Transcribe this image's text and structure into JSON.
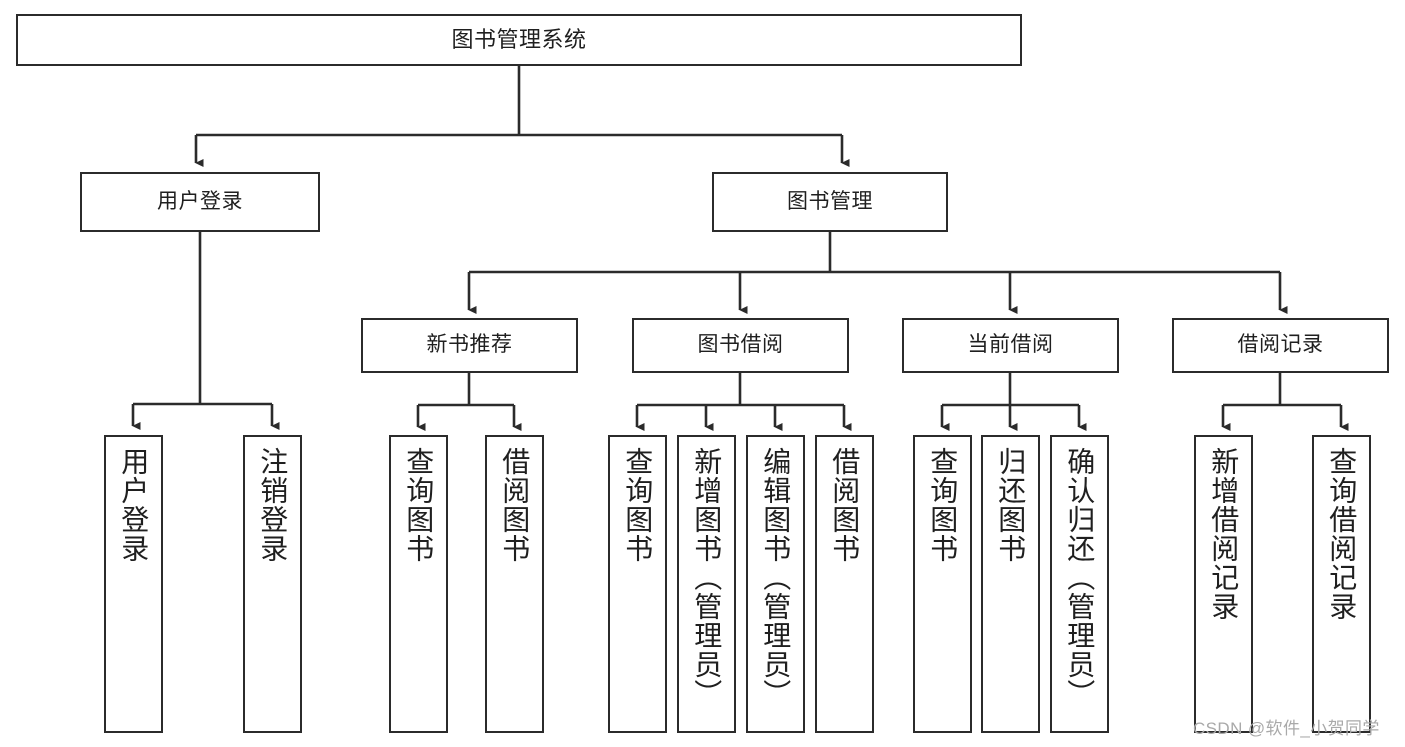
{
  "diagram": {
    "type": "tree-hierarchy-chart",
    "title": "图书管理系统",
    "watermark": "CSDN @软件_小贺同学",
    "colors": {
      "box_border": "#2b2b2b",
      "box_fill": "#ffffff",
      "text": "#1f1f1f",
      "edge": "#2b2b2b",
      "watermark": "#a9a9a9",
      "background": "#ffffff"
    },
    "nodes": {
      "root": {
        "label": "图书管理系统"
      },
      "level1": [
        {
          "id": "user-login",
          "label": "用户登录"
        },
        {
          "id": "book-management",
          "label": "图书管理"
        }
      ],
      "level2": [
        {
          "id": "new-book-recommend",
          "label": "新书推荐"
        },
        {
          "id": "book-borrow",
          "label": "图书借阅"
        },
        {
          "id": "current-borrow",
          "label": "当前借阅"
        },
        {
          "id": "borrow-record",
          "label": "借阅记录"
        }
      ],
      "leaves": {
        "user_login": [
          {
            "id": "leaf-user-login",
            "label": "用户登录"
          },
          {
            "id": "leaf-logout-login",
            "label": "注销登录"
          }
        ],
        "new_book_recommend": [
          {
            "id": "leaf-query-book-1",
            "label": "查询图书"
          },
          {
            "id": "leaf-borrow-book-1",
            "label": "借阅图书"
          }
        ],
        "book_borrow": [
          {
            "id": "leaf-query-book-2",
            "label": "查询图书"
          },
          {
            "id": "leaf-add-book",
            "label": "新增图书（管理员）"
          },
          {
            "id": "leaf-edit-book",
            "label": "编辑图书（管理员）"
          },
          {
            "id": "leaf-borrow-book-2",
            "label": "借阅图书"
          }
        ],
        "current_borrow": [
          {
            "id": "leaf-query-book-3",
            "label": "查询图书"
          },
          {
            "id": "leaf-return-book",
            "label": "归还图书"
          },
          {
            "id": "leaf-confirm-return",
            "label": "确认归还（管理员）"
          }
        ],
        "borrow_record": [
          {
            "id": "leaf-add-record",
            "label": "新增借阅记录"
          },
          {
            "id": "leaf-query-record",
            "label": "查询借阅记录"
          }
        ]
      }
    }
  }
}
